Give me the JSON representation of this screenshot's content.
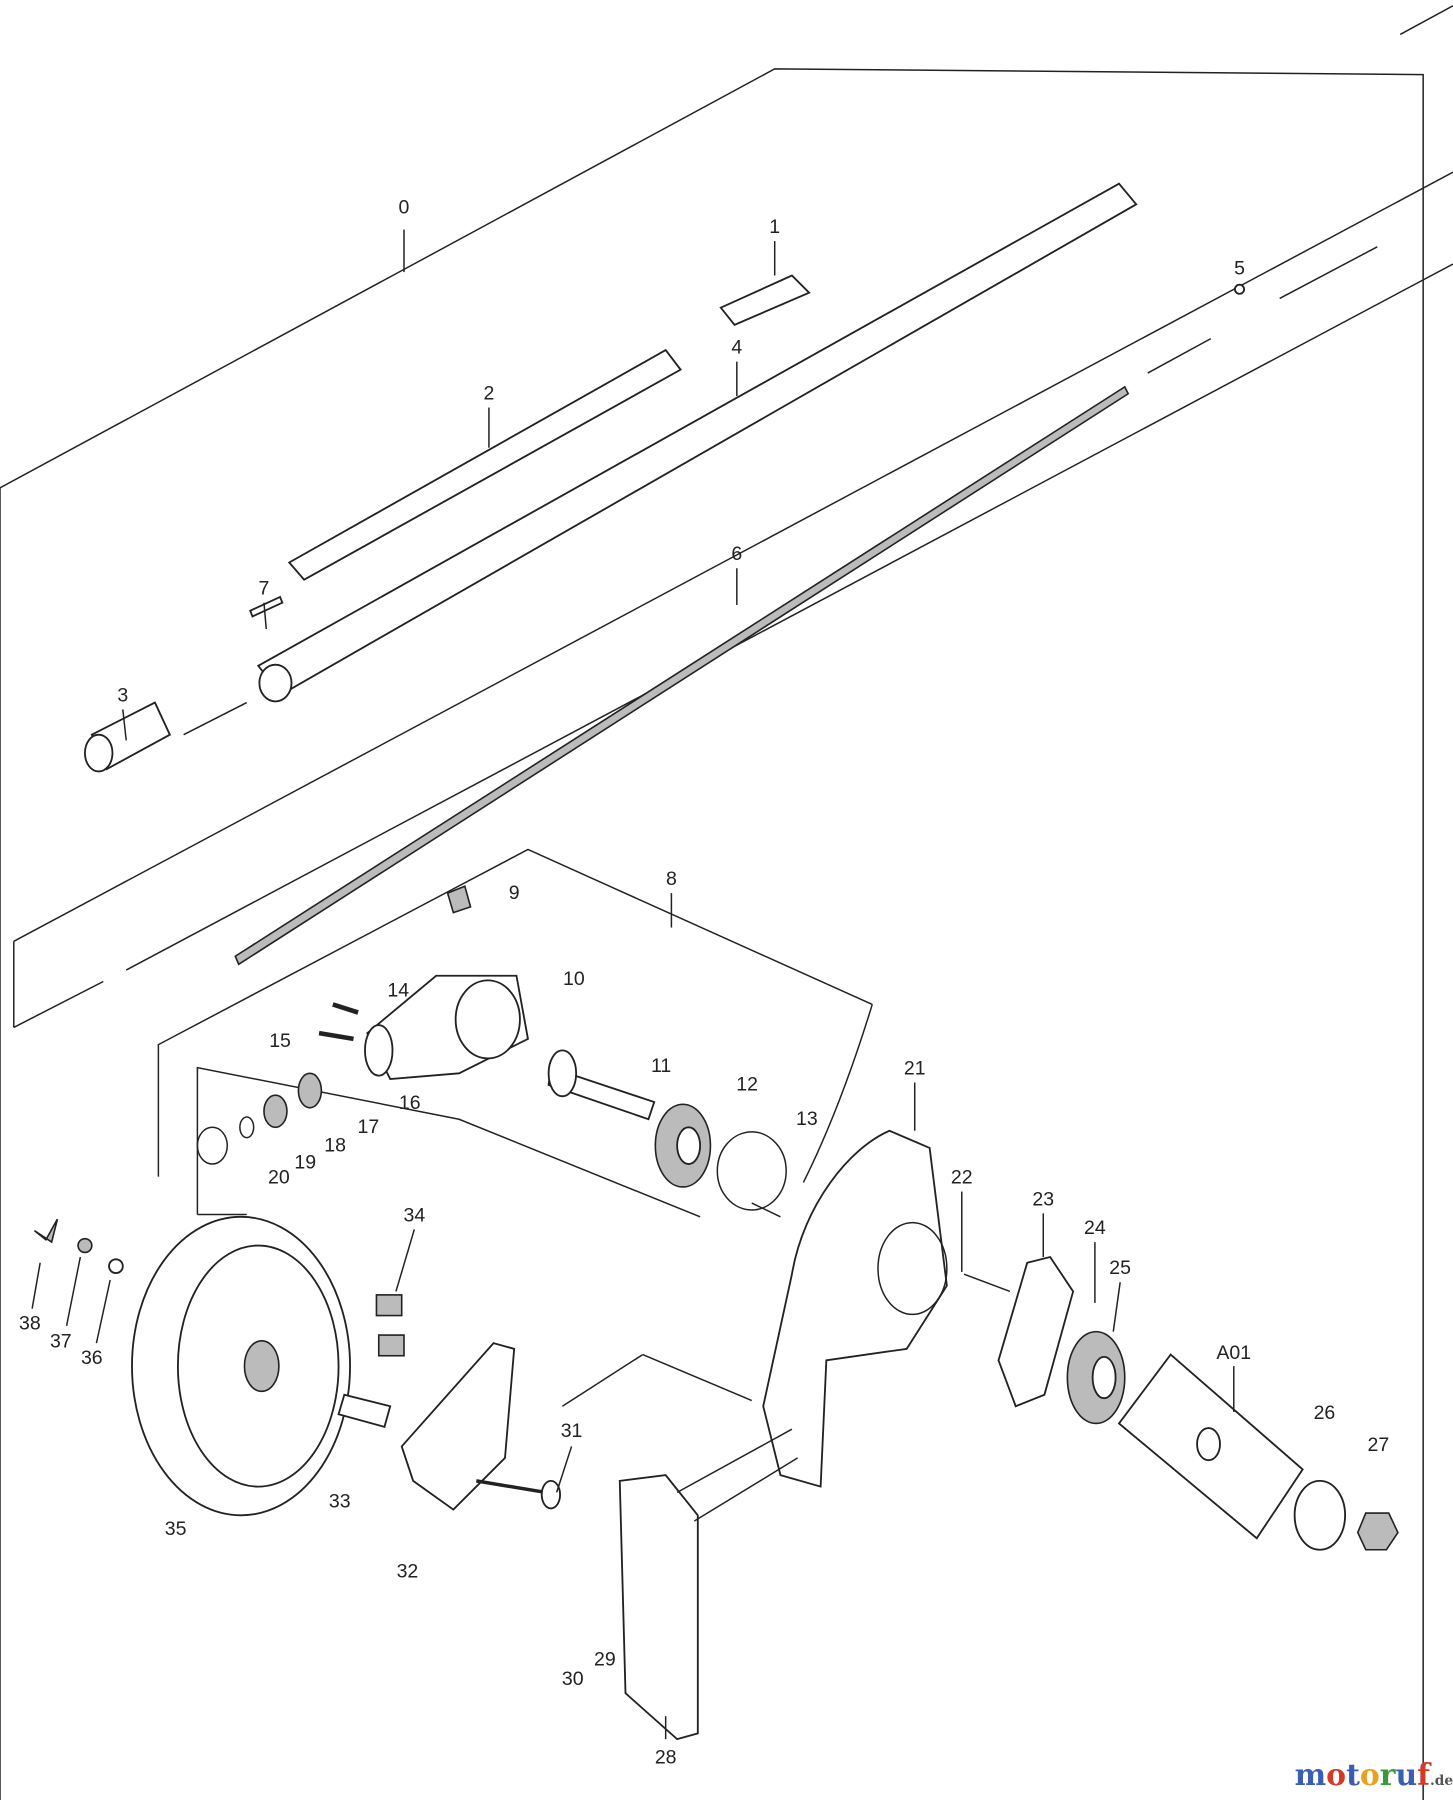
{
  "diagram": {
    "title": "Edger attachment exploded parts diagram",
    "part_labels": [
      "0",
      "1",
      "2",
      "3",
      "4",
      "5",
      "6",
      "7",
      "8",
      "9",
      "10",
      "11",
      "12",
      "13",
      "14",
      "15",
      "16",
      "17",
      "18",
      "19",
      "20",
      "21",
      "22",
      "23",
      "24",
      "25",
      "26",
      "27",
      "28",
      "29",
      "30",
      "31",
      "32",
      "33",
      "34",
      "35",
      "36",
      "37",
      "38",
      "A01"
    ],
    "watermark": {
      "text": "motoruf",
      "suffix": ".de",
      "colors": [
        "#3a5fb0",
        "#d23a2a",
        "#e8a21c",
        "#3a9a3a"
      ]
    }
  }
}
